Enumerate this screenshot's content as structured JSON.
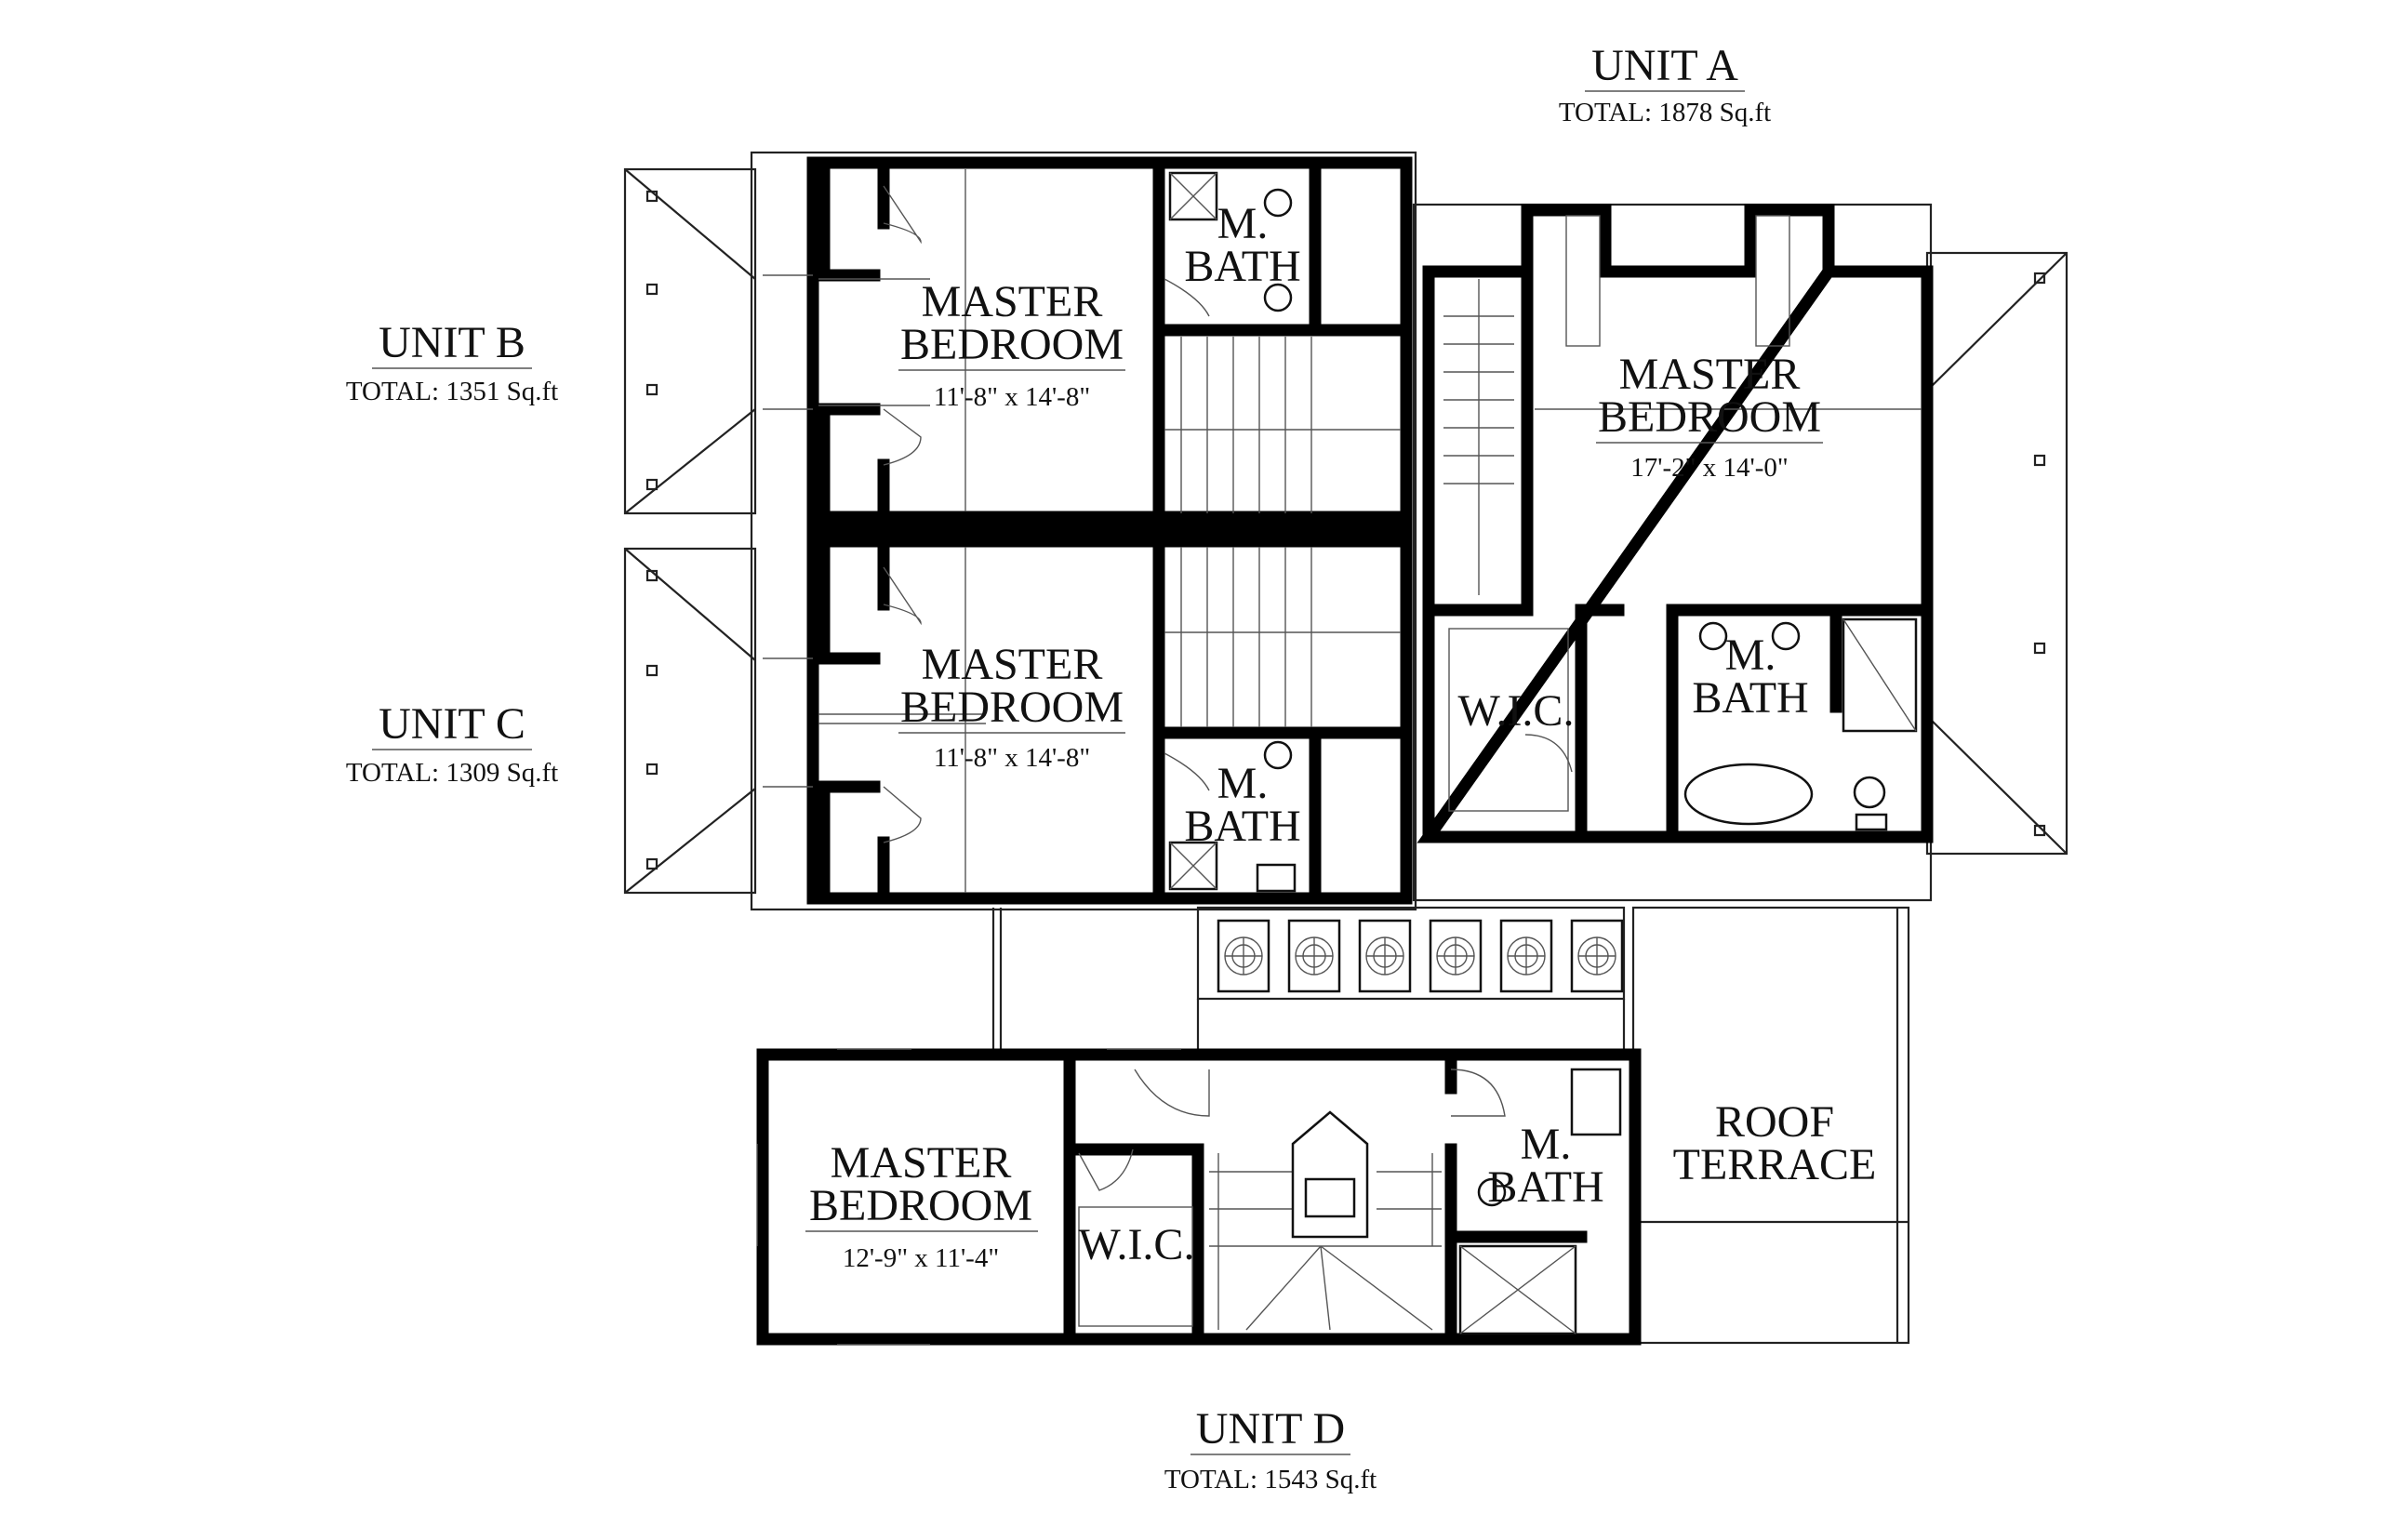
{
  "units": {
    "a": {
      "name": "UNIT A",
      "total": "TOTAL: 1878 Sq.ft"
    },
    "b": {
      "name": "UNIT B",
      "total": "TOTAL: 1351 Sq.ft"
    },
    "c": {
      "name": "UNIT C",
      "total": "TOTAL: 1309 Sq.ft"
    },
    "d": {
      "name": "UNIT D",
      "total": "TOTAL: 1543 Sq.ft"
    }
  },
  "rooms": {
    "b_master": {
      "line1": "MASTER",
      "line2": "BEDROOM",
      "dims": "11'-8\" x 14'-8\""
    },
    "b_bath": {
      "line1": "M.",
      "line2": "BATH"
    },
    "c_master": {
      "line1": "MASTER",
      "line2": "BEDROOM",
      "dims": "11'-8\" x 14'-8\""
    },
    "c_bath": {
      "line1": "M.",
      "line2": "BATH"
    },
    "a_master": {
      "line1": "MASTER",
      "line2": "BEDROOM",
      "dims": "17'-2\" x 14'-0\""
    },
    "a_wic": {
      "label": "W.I.C."
    },
    "a_bath": {
      "line1": "M.",
      "line2": "BATH"
    },
    "d_master": {
      "line1": "MASTER",
      "line2": "BEDROOM",
      "dims": "12'-9\" x 11'-4\""
    },
    "d_wic": {
      "label": "W.I.C."
    },
    "d_bath": {
      "line1": "M.",
      "line2": "BATH"
    },
    "d_terrace": {
      "line1": "ROOF",
      "line2": "TERRACE"
    }
  }
}
